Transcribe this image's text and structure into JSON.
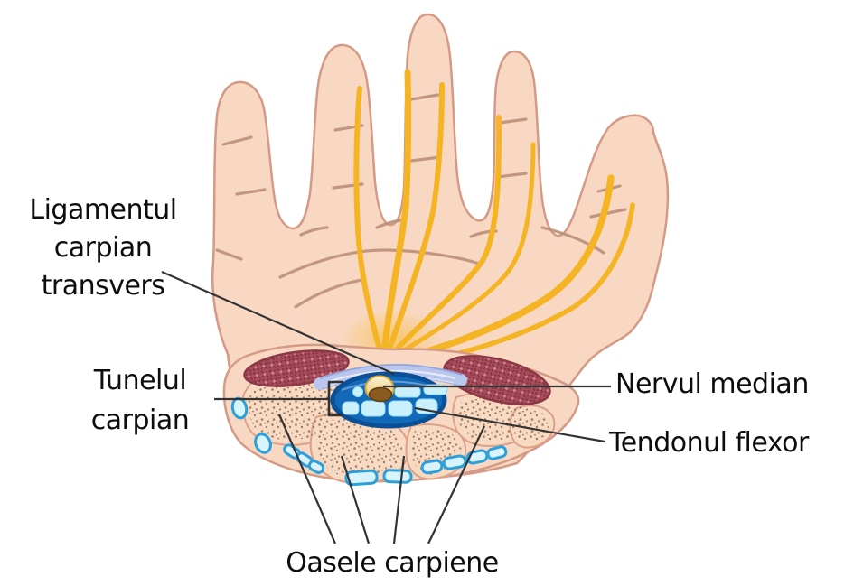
{
  "diagram": {
    "type": "anatomy-cross-section",
    "subject": "Carpal tunnel of the hand (Romanian labels)",
    "background": "#ffffff",
    "labels": {
      "ligament_lines": [
        "Ligamentul",
        "carpian",
        "transvers"
      ],
      "tunnel_lines": [
        "Tunelul",
        "carpian"
      ],
      "median_nerve": "Nervul median",
      "flexor_tendon": "Tendonul flexor",
      "carpal_bones": "Oasele carpiene"
    },
    "colors": {
      "skin": "#f8d8c2",
      "skin_outline": "#d49a85",
      "crease": "#bd8f78",
      "nerve_yellow": "#f5b424",
      "muscle_base": "#a84b59",
      "muscle_line": "#7e2e3d",
      "muscle_dot": "#cb8490",
      "bone_fill": "#f8d9c2",
      "bone_outline": "#dba289",
      "bone_dot": "#8f6d55",
      "ligament": "#b9c6ee",
      "ligament_edge": "#93a7dd",
      "tunnel_blue": "#1169b8",
      "tunnel_rim": "#0b4f97",
      "tunnel_tendon": "#c9f0fb",
      "outer_tendon_fill": "#d9f4fc",
      "outer_tendon_outline": "#2ba0dc",
      "nerve_cross_outer_top": "#fbf3d8",
      "nerve_cross_outer_bottom": "#e9bb4a",
      "nerve_cross_inner": "#8a5a1e",
      "leader_line": "#333333",
      "label_text": "#0d0d0d"
    }
  }
}
